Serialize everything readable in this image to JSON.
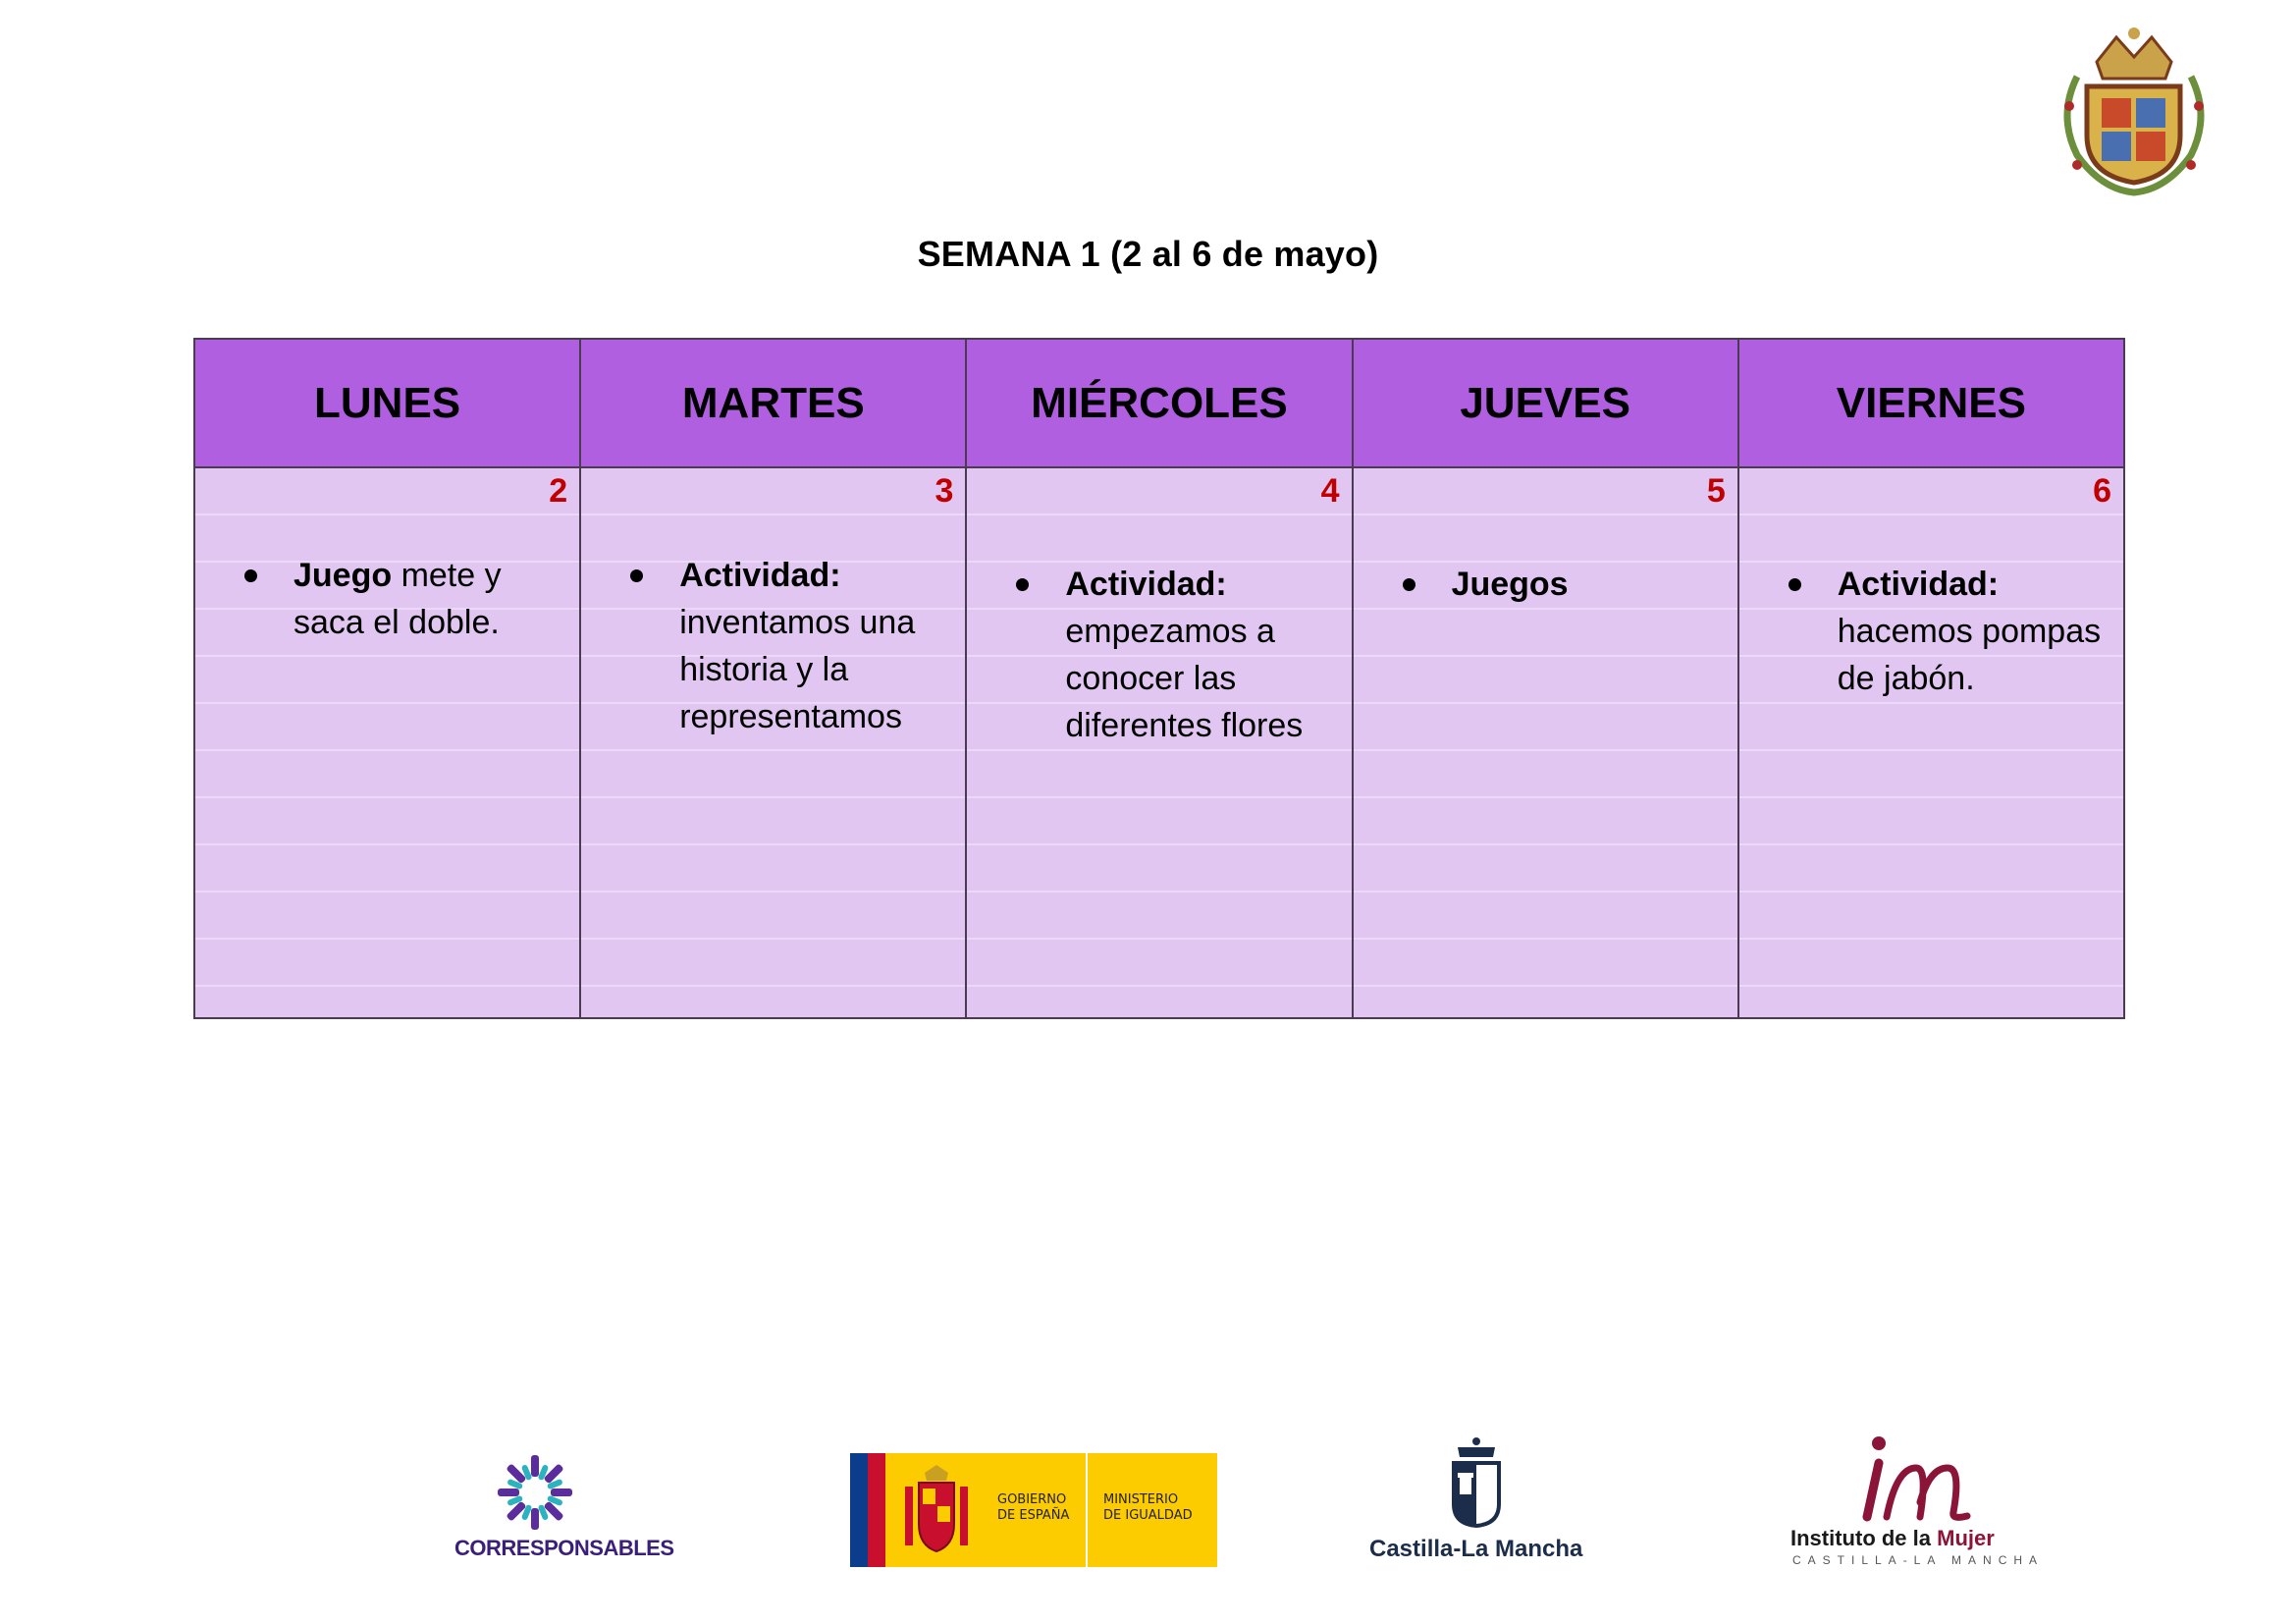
{
  "title": "SEMANA 1 (2 al 6 de mayo)",
  "days": [
    {
      "name": "LUNES",
      "number": "2",
      "bold": "Juego",
      "rest": " mete y saca el doble."
    },
    {
      "name": "MARTES",
      "number": "3",
      "bold": "Actividad:",
      "rest": " inventamos una historia y la representamos"
    },
    {
      "name": "MIÉRCOLES",
      "number": "4",
      "bold": "Actividad:",
      "rest": " empezamos a conocer las diferentes flores"
    },
    {
      "name": "JUEVES",
      "number": "5",
      "bold": "Juegos",
      "rest": ""
    },
    {
      "name": "VIERNES",
      "number": "6",
      "bold": "Actividad:",
      "rest": " hacemos pompas de jabón."
    }
  ],
  "logos": {
    "corresponsables": "CORRESPONSABLES",
    "gobierno_line1": "GOBIERNO",
    "gobierno_line2": "DE ESPAÑA",
    "ministerio_line1": "MINISTERIO",
    "ministerio_line2": "DE IGUALDAD",
    "clm": "Castilla-La Mancha",
    "instituto_a": "Instituto de la ",
    "instituto_b": "Mujer",
    "instituto_sub": "CASTILLA-LA MANCHA"
  },
  "colors": {
    "header": "#af5fe0",
    "cell": "#e1c6f2",
    "day_number": "#c00000"
  }
}
